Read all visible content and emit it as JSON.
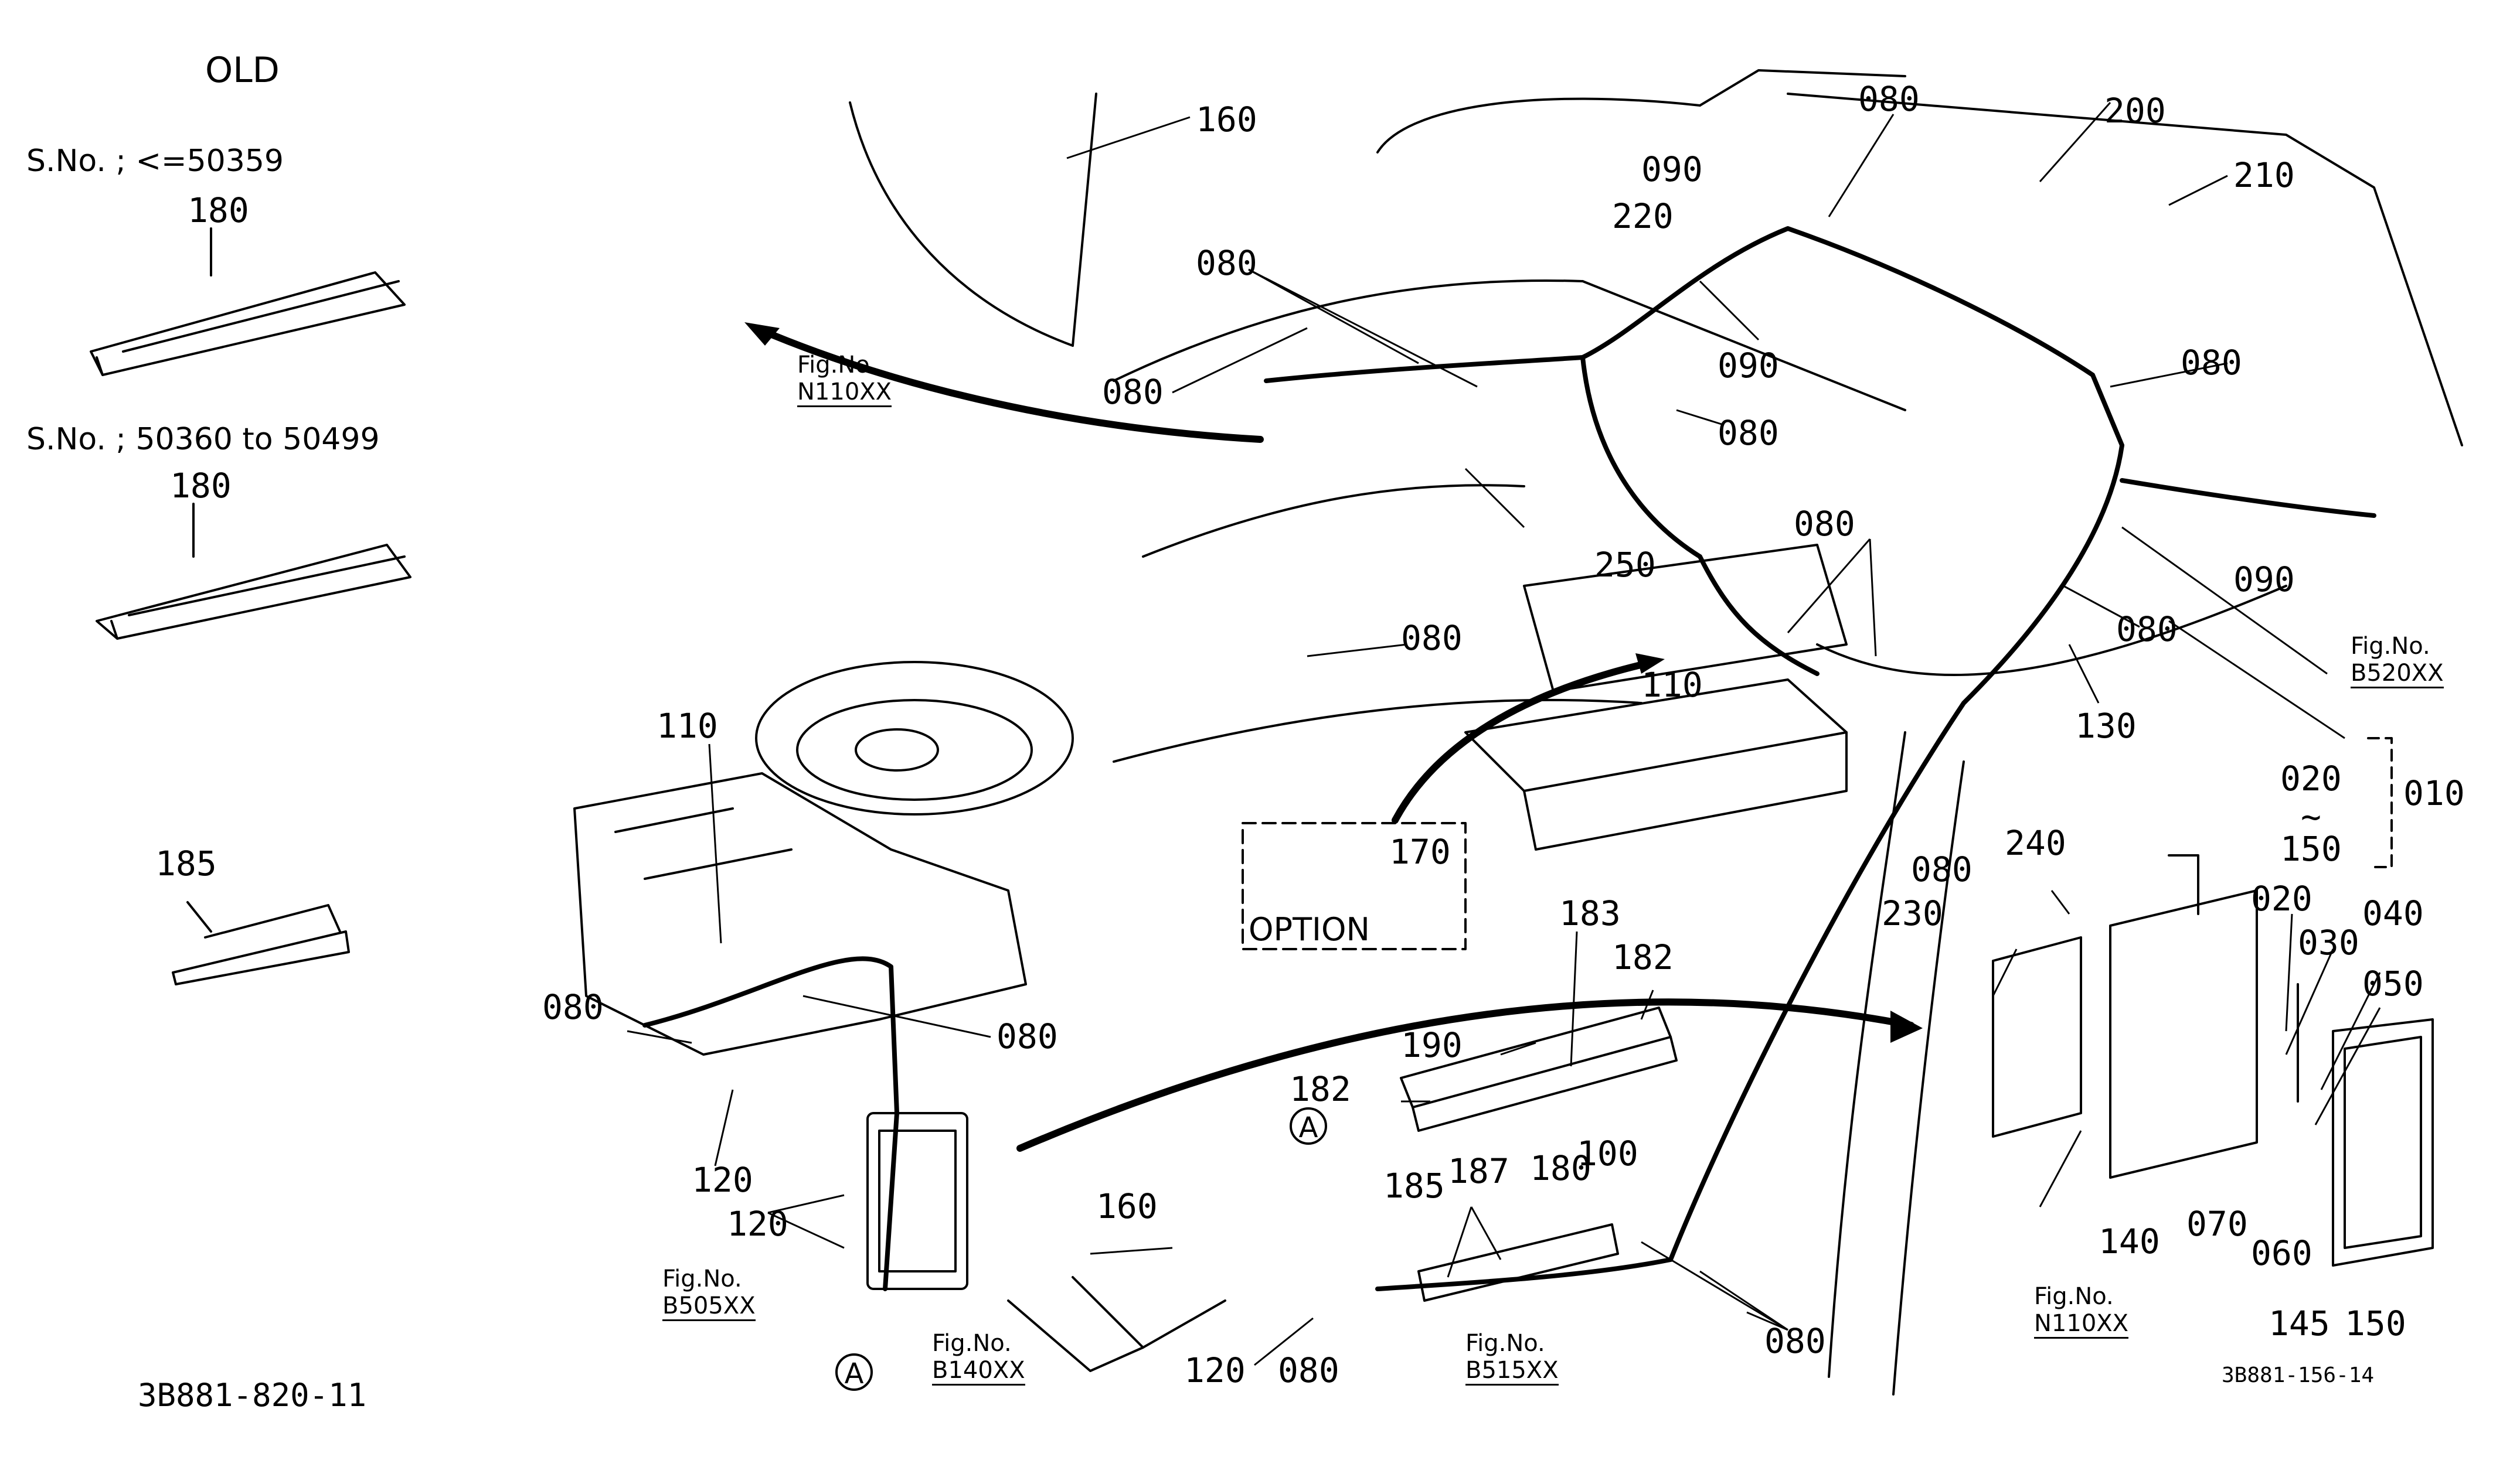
{
  "header": {
    "title": "OLD"
  },
  "serial": {
    "range1": "S.No. ; <=50359",
    "range2": "S.No. ; 50360 to 50499"
  },
  "drawing_numbers": {
    "left": "3B881-820-11",
    "right": "3B881-156-14"
  },
  "fig_refs": {
    "n110_top": {
      "label": "Fig.No.",
      "code": "N110XX"
    },
    "b520": {
      "label": "Fig.No.",
      "code": "B520XX"
    },
    "b505": {
      "label": "Fig.No.",
      "code": "B505XX"
    },
    "b140": {
      "label": "Fig.No.",
      "code": "B140XX"
    },
    "b515": {
      "label": "Fig.No.",
      "code": "B515XX"
    },
    "n110_bot": {
      "label": "Fig.No.",
      "code": "N110XX"
    }
  },
  "option": {
    "label": "OPTION"
  },
  "callout_marker": "A",
  "range_tilde": "~",
  "parts": {
    "p180_old1": "180",
    "p180_old2": "180",
    "p185_old": "185",
    "p160_top": "160",
    "p080_a": "080",
    "p090_a": "090",
    "p220": "220",
    "p200": "200",
    "p210": "210",
    "p080_b": "080",
    "p080_c": "080",
    "p090_b": "090",
    "p080_d": "080",
    "p080_e": "080",
    "p090_c": "090",
    "p250": "250",
    "p080_f": "080",
    "p080_g": "080",
    "p110_a": "110",
    "p080_h": "080",
    "p130": "130",
    "p020_a": "020",
    "p010": "010",
    "p150_a": "150",
    "p110_b": "110",
    "p170": "170",
    "p080_i": "080",
    "p240": "240",
    "p230": "230",
    "p183": "183",
    "p182_a": "182",
    "p182_b": "182",
    "p190": "190",
    "p080_j": "080",
    "p080_k": "080",
    "p120_a": "120",
    "p120_b": "120",
    "p160_b": "160",
    "p185": "185",
    "p187": "187",
    "p180": "180",
    "p100": "100",
    "p120_c": "120",
    "p080_l": "080",
    "p080_m": "080",
    "p020_b": "020",
    "p030": "030",
    "p040": "040",
    "p050": "050",
    "p140": "140",
    "p070": "070",
    "p060": "060",
    "p145": "145",
    "p150_b": "150"
  }
}
